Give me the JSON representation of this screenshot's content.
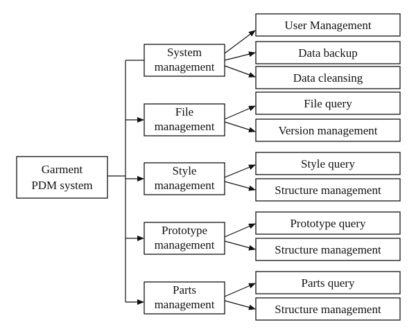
{
  "root": {
    "lines": [
      "Garment",
      "PDM system"
    ]
  },
  "modules": [
    {
      "lines": [
        "System",
        "management"
      ],
      "children": [
        "User Management",
        "Data backup",
        "Data cleansing"
      ]
    },
    {
      "lines": [
        "File",
        "management"
      ],
      "children": [
        "File query",
        "Version management"
      ]
    },
    {
      "lines": [
        "Style",
        "management"
      ],
      "children": [
        "Style query",
        "Structure management"
      ]
    },
    {
      "lines": [
        "Prototype",
        "management"
      ],
      "children": [
        "Prototype query",
        "Structure management"
      ]
    },
    {
      "lines": [
        "Parts",
        "management"
      ],
      "children": [
        "Parts query",
        "Structure management"
      ]
    }
  ]
}
